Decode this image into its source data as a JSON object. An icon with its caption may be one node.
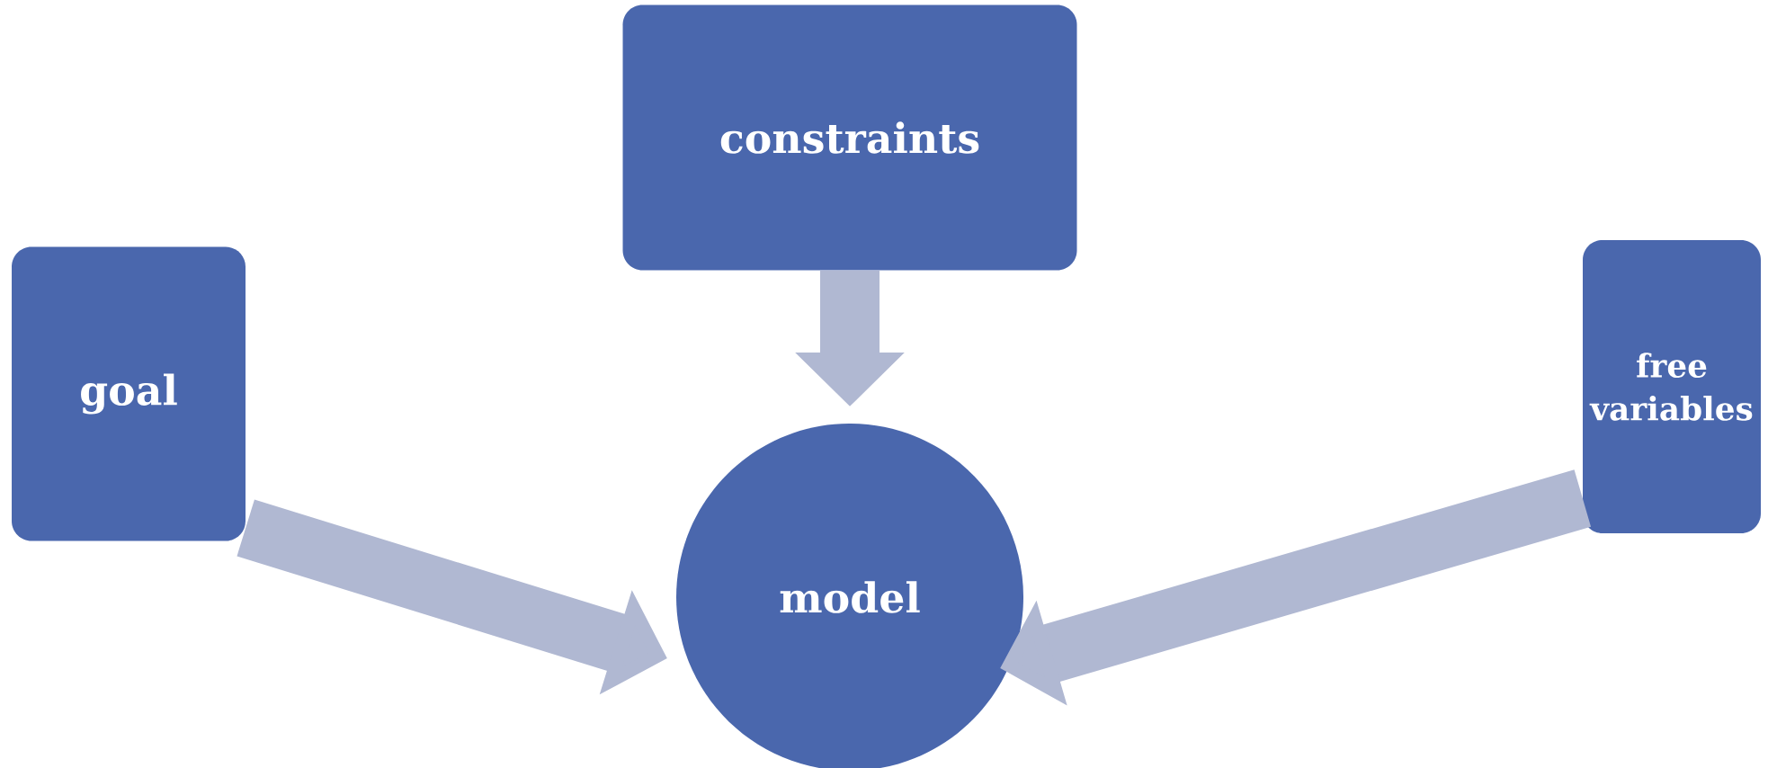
{
  "diagram": {
    "nodes": [
      {
        "text": [
          "goal"
        ]
      },
      {
        "text": [
          "constraints"
        ]
      },
      {
        "text": [
          "free variables"
        ]
      },
      {
        "text": [
          "model"
        ]
      }
    ],
    "edges": [
      {
        "from": 0,
        "to": 3,
        "arrow": "to"
      },
      {
        "from": 1,
        "to": 3,
        "arrow": "to"
      },
      {
        "from": 2,
        "to": 3,
        "arrow": "to"
      }
    ]
  }
}
